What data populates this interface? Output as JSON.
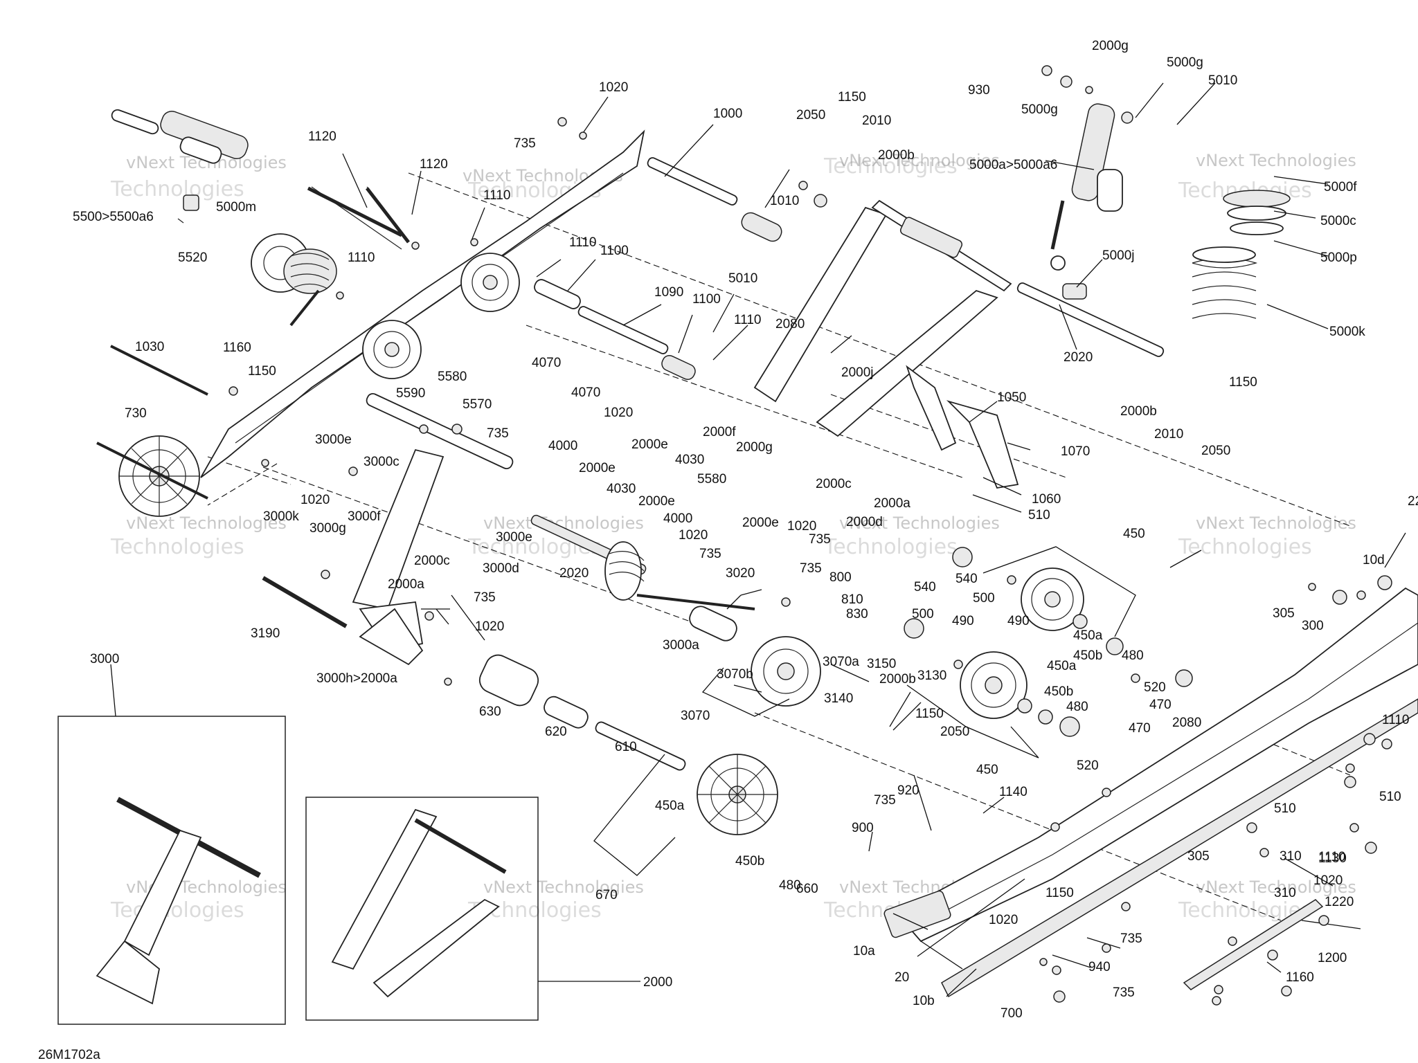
{
  "diagram_code": "26M1702a",
  "watermark": {
    "line1": "vNext Technologies",
    "line2": "Technologies"
  },
  "labels": [
    {
      "id": "l1020a",
      "text": "1020"
    },
    {
      "id": "l735a",
      "text": "735"
    },
    {
      "id": "l1000",
      "text": "1000"
    },
    {
      "id": "l1150a",
      "text": "1150"
    },
    {
      "id": "l2050a",
      "text": "2050"
    },
    {
      "id": "l2010a",
      "text": "2010"
    },
    {
      "id": "l2000b_a",
      "text": "2000b"
    },
    {
      "id": "l2000g_a",
      "text": "2000g"
    },
    {
      "id": "l930",
      "text": "930"
    },
    {
      "id": "l5000g_a",
      "text": "5000g"
    },
    {
      "id": "l5000g_b",
      "text": "5000g"
    },
    {
      "id": "l5010_a",
      "text": "5010"
    },
    {
      "id": "l5000a",
      "text": "5000a>5000a6"
    },
    {
      "id": "l5000f",
      "text": "5000f"
    },
    {
      "id": "l5000c",
      "text": "5000c"
    },
    {
      "id": "l5000p",
      "text": "5000p"
    },
    {
      "id": "l5000k",
      "text": "5000k"
    },
    {
      "id": "l5000j",
      "text": "5000j"
    },
    {
      "id": "l1120a",
      "text": "1120"
    },
    {
      "id": "l1120b",
      "text": "1120"
    },
    {
      "id": "l5000m",
      "text": "5000m"
    },
    {
      "id": "l5500",
      "text": "5500>5500a6"
    },
    {
      "id": "l5520",
      "text": "5520"
    },
    {
      "id": "l1110a",
      "text": "1110"
    },
    {
      "id": "l1110b",
      "text": "1110"
    },
    {
      "id": "l1110c",
      "text": "1110"
    },
    {
      "id": "l1010",
      "text": "1010"
    },
    {
      "id": "l1100a",
      "text": "1100"
    },
    {
      "id": "l1090",
      "text": "1090"
    },
    {
      "id": "l1100b",
      "text": "1100"
    },
    {
      "id": "l5010_b",
      "text": "5010"
    },
    {
      "id": "l1110d",
      "text": "1110"
    },
    {
      "id": "l2080a",
      "text": "2080"
    },
    {
      "id": "l2020a",
      "text": "2020"
    },
    {
      "id": "l1030",
      "text": "1030"
    },
    {
      "id": "l1160a",
      "text": "1160"
    },
    {
      "id": "l1150b",
      "text": "1150"
    },
    {
      "id": "l730",
      "text": "730"
    },
    {
      "id": "l4070a",
      "text": "4070"
    },
    {
      "id": "l4070b",
      "text": "4070"
    },
    {
      "id": "l1020b",
      "text": "1020"
    },
    {
      "id": "l5580a",
      "text": "5580"
    },
    {
      "id": "l5590",
      "text": "5590"
    },
    {
      "id": "l5570",
      "text": "5570"
    },
    {
      "id": "l735b",
      "text": "735"
    },
    {
      "id": "l2000j",
      "text": "2000j"
    },
    {
      "id": "l1050",
      "text": "1050"
    },
    {
      "id": "l1150c",
      "text": "1150"
    },
    {
      "id": "l2000b_b",
      "text": "2000b"
    },
    {
      "id": "l2010b",
      "text": "2010"
    },
    {
      "id": "l2050b",
      "text": "2050"
    },
    {
      "id": "l1070",
      "text": "1070"
    },
    {
      "id": "l2000f",
      "text": "2000f"
    },
    {
      "id": "l2000g_b",
      "text": "2000g"
    },
    {
      "id": "l4000a",
      "text": "4000"
    },
    {
      "id": "l2000e_a",
      "text": "2000e"
    },
    {
      "id": "l4030a",
      "text": "4030"
    },
    {
      "id": "l2000e_b",
      "text": "2000e"
    },
    {
      "id": "l4030b",
      "text": "4030"
    },
    {
      "id": "l5580b",
      "text": "5580"
    },
    {
      "id": "l2000c_a",
      "text": "2000c"
    },
    {
      "id": "l2000e_c",
      "text": "2000e"
    },
    {
      "id": "l2000a_a",
      "text": "2000a"
    },
    {
      "id": "l1060",
      "text": "1060"
    },
    {
      "id": "l510a",
      "text": "510"
    },
    {
      "id": "l4000b",
      "text": "4000"
    },
    {
      "id": "l2000e_d",
      "text": "2000e"
    },
    {
      "id": "l2000d",
      "text": "2000d"
    },
    {
      "id": "l1020c",
      "text": "1020"
    },
    {
      "id": "l1020d",
      "text": "1020"
    },
    {
      "id": "l735c",
      "text": "735"
    },
    {
      "id": "l735d",
      "text": "735"
    },
    {
      "id": "l3000e_a",
      "text": "3000e"
    },
    {
      "id": "l3000c",
      "text": "3000c"
    },
    {
      "id": "l1020e",
      "text": "1020"
    },
    {
      "id": "l3000k",
      "text": "3000k"
    },
    {
      "id": "l3000g",
      "text": "3000g"
    },
    {
      "id": "l3000f",
      "text": "3000f"
    },
    {
      "id": "l3000e_b",
      "text": "3000e"
    },
    {
      "id": "l3000d",
      "text": "3000d"
    },
    {
      "id": "l2000c_b",
      "text": "2000c"
    },
    {
      "id": "l2020b",
      "text": "2020"
    },
    {
      "id": "l2000a_b",
      "text": "2000a"
    },
    {
      "id": "l735e",
      "text": "735"
    },
    {
      "id": "l1020f",
      "text": "1020"
    },
    {
      "id": "l3190",
      "text": "3190"
    },
    {
      "id": "l3000h",
      "text": "3000h>2000a"
    },
    {
      "id": "l3000",
      "text": "3000"
    },
    {
      "id": "l3020",
      "text": "3020"
    },
    {
      "id": "l3000a",
      "text": "3000a"
    },
    {
      "id": "l735f",
      "text": "735"
    },
    {
      "id": "l800",
      "text": "800"
    },
    {
      "id": "l810",
      "text": "810"
    },
    {
      "id": "l830",
      "text": "830"
    },
    {
      "id": "l3070b",
      "text": "3070b"
    },
    {
      "id": "l3070a",
      "text": "3070a"
    },
    {
      "id": "l3070",
      "text": "3070"
    },
    {
      "id": "l3140",
      "text": "3140"
    },
    {
      "id": "l3150",
      "text": "3150"
    },
    {
      "id": "l2000b_c",
      "text": "2000b"
    },
    {
      "id": "l3130",
      "text": "3130"
    },
    {
      "id": "l1150d",
      "text": "1150"
    },
    {
      "id": "l2050c",
      "text": "2050"
    },
    {
      "id": "l630",
      "text": "630"
    },
    {
      "id": "l620",
      "text": "620"
    },
    {
      "id": "l610",
      "text": "610"
    },
    {
      "id": "l540a",
      "text": "540"
    },
    {
      "id": "l500a",
      "text": "500"
    },
    {
      "id": "l490a",
      "text": "490"
    },
    {
      "id": "l450a",
      "text": "450"
    },
    {
      "id": "l540b",
      "text": "540"
    },
    {
      "id": "l500b",
      "text": "500"
    },
    {
      "id": "l490b",
      "text": "490"
    },
    {
      "id": "l450a_a",
      "text": "450a"
    },
    {
      "id": "l450b_a",
      "text": "450b"
    },
    {
      "id": "l480a",
      "text": "480"
    },
    {
      "id": "l520a",
      "text": "520"
    },
    {
      "id": "l470a",
      "text": "470"
    },
    {
      "id": "l450a_b",
      "text": "450a"
    },
    {
      "id": "l450b_b",
      "text": "450b"
    },
    {
      "id": "l480b",
      "text": "480"
    },
    {
      "id": "l470b",
      "text": "470"
    },
    {
      "id": "l520b",
      "text": "520"
    },
    {
      "id": "l450b",
      "text": "450"
    },
    {
      "id": "l2080b",
      "text": "2080"
    },
    {
      "id": "l305a",
      "text": "305"
    },
    {
      "id": "l300",
      "text": "300"
    },
    {
      "id": "l10d",
      "text": "10d"
    },
    {
      "id": "l22",
      "text": "22"
    },
    {
      "id": "l1110e",
      "text": "1110"
    },
    {
      "id": "l510b",
      "text": "510"
    },
    {
      "id": "l450a_c",
      "text": "450a"
    },
    {
      "id": "l450b_c",
      "text": "450b"
    },
    {
      "id": "l480c",
      "text": "480"
    },
    {
      "id": "l660",
      "text": "660"
    },
    {
      "id": "l670",
      "text": "670"
    },
    {
      "id": "l920",
      "text": "920"
    },
    {
      "id": "l1140",
      "text": "1140"
    },
    {
      "id": "l900",
      "text": "900"
    },
    {
      "id": "l735g",
      "text": "735"
    },
    {
      "id": "l510c",
      "text": "510"
    },
    {
      "id": "l310a",
      "text": "310"
    },
    {
      "id": "l1110f",
      "text": "1110"
    },
    {
      "id": "l1130",
      "text": "1130"
    },
    {
      "id": "l305b",
      "text": "305"
    },
    {
      "id": "l310b",
      "text": "310"
    },
    {
      "id": "l1150e",
      "text": "1150"
    },
    {
      "id": "l1020g",
      "text": "1020"
    },
    {
      "id": "l735h",
      "text": "735"
    },
    {
      "id": "l1020h",
      "text": "1020"
    },
    {
      "id": "l1220",
      "text": "1220"
    },
    {
      "id": "l1200",
      "text": "1200"
    },
    {
      "id": "l10a",
      "text": "10a"
    },
    {
      "id": "l20",
      "text": "20"
    },
    {
      "id": "l940",
      "text": "940"
    },
    {
      "id": "l1160b",
      "text": "1160"
    },
    {
      "id": "l10b",
      "text": "10b"
    },
    {
      "id": "l700",
      "text": "700"
    },
    {
      "id": "l735i",
      "text": "735"
    },
    {
      "id": "l2000",
      "text": "2000"
    }
  ]
}
